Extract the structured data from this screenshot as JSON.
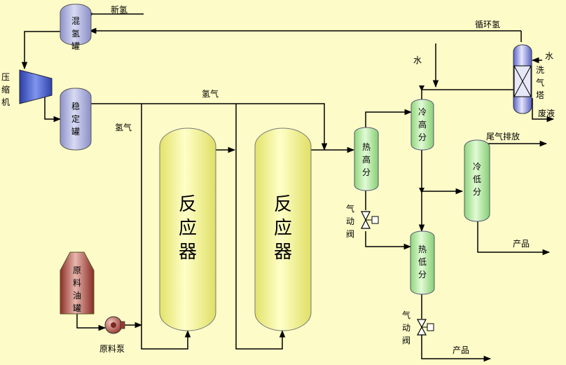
{
  "colors": {
    "background": "#FDFBC7",
    "tank": "#A8ABDA",
    "reactor": "#F6F59A",
    "separator": "#B6EFA1",
    "oil_tank": "#B5463C",
    "compressor": "#3E57C8",
    "scrubber": "#9DA3E6",
    "line": "#000000"
  },
  "labels": {
    "new_hydrogen": "新氢",
    "recycle_hydrogen": "循环氢",
    "compressor": "压缩机",
    "hydrogen_top": "氢气",
    "hydrogen_left": "氢气",
    "water_top": "水",
    "water_right": "水",
    "waste_liquid": "废液",
    "tail_gas": "尾气排放",
    "product_mid": "产品",
    "product_bottom": "产品",
    "feed_pump": "原料泵",
    "pneumatic_valve_1": "气动阀",
    "pneumatic_valve_2": "气动阀"
  },
  "equipment": {
    "mixed_hydrogen_tank": "混氢罐",
    "stabilizing_tank": "稳定罐",
    "reactor_1": "反应器",
    "reactor_2": "反应器",
    "hot_high_separator": "热高分",
    "cold_high_separator": "冷高分",
    "cold_low_separator": "冷低分",
    "hot_low_separator": "热低分",
    "scrubber": "洗气塔",
    "feed_oil_tank": "原料油罐"
  }
}
